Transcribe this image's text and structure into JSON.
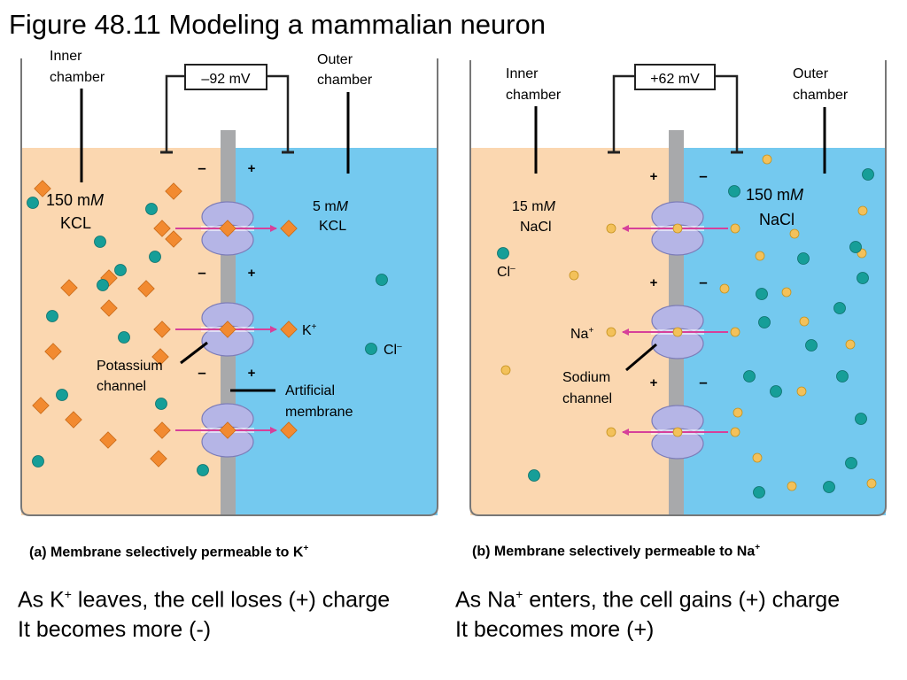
{
  "title": "Figure 48.11 Modeling a mammalian neuron",
  "panel_a": {
    "voltage": "–92 mV",
    "inner_label_1": "Inner",
    "inner_label_2": "chamber",
    "outer_label_1": "Outer",
    "outer_label_2": "chamber",
    "inner_conc": "150 m",
    "inner_conc_unit": "M",
    "inner_solute": "KCL",
    "outer_conc": "5 m",
    "outer_conc_unit": "M",
    "outer_solute": "KCL",
    "ion_label": "K",
    "anion_label": "Cl",
    "channel_label_1": "Potassium",
    "channel_label_2": "channel",
    "membrane_label_1": "Artificial",
    "membrane_label_2": "membrane",
    "caption": "(a) Membrane selectively permeable to K",
    "plus": "+",
    "minus": "–"
  },
  "panel_b": {
    "voltage": "+62 mV",
    "inner_label_1": "Inner",
    "inner_label_2": "chamber",
    "outer_label_1": "Outer",
    "outer_label_2": "chamber",
    "inner_conc": "15 m",
    "inner_conc_unit": "M",
    "inner_solute": "NaCl",
    "outer_conc": "150 m",
    "outer_conc_unit": "M",
    "outer_solute": "NaCl",
    "ion_label": "Na",
    "anion_label": "Cl",
    "channel_label_1": "Sodium",
    "channel_label_2": "channel",
    "caption": "(b) Membrane selectively permeable to Na",
    "plus": "+",
    "minus": "–"
  },
  "notes": {
    "left_line1_a": "As K",
    "left_line1_b": " leaves, the cell loses (+) charge",
    "left_line2": "It becomes more (-)",
    "right_line1_a": "As Na",
    "right_line1_b": " enters, the cell gains (+) charge",
    "right_line2": "It becomes more (+)",
    "sup_plus": "+"
  },
  "colors": {
    "inner_fluid": "#fbd7b0",
    "outer_fluid": "#74c9ef",
    "membrane": "#a8a9ab",
    "channel": "#b5b5e6",
    "potassium": "#f28a30",
    "sodium": "#f3c15a",
    "chloride": "#169e98",
    "arrow": "#d6409a"
  }
}
